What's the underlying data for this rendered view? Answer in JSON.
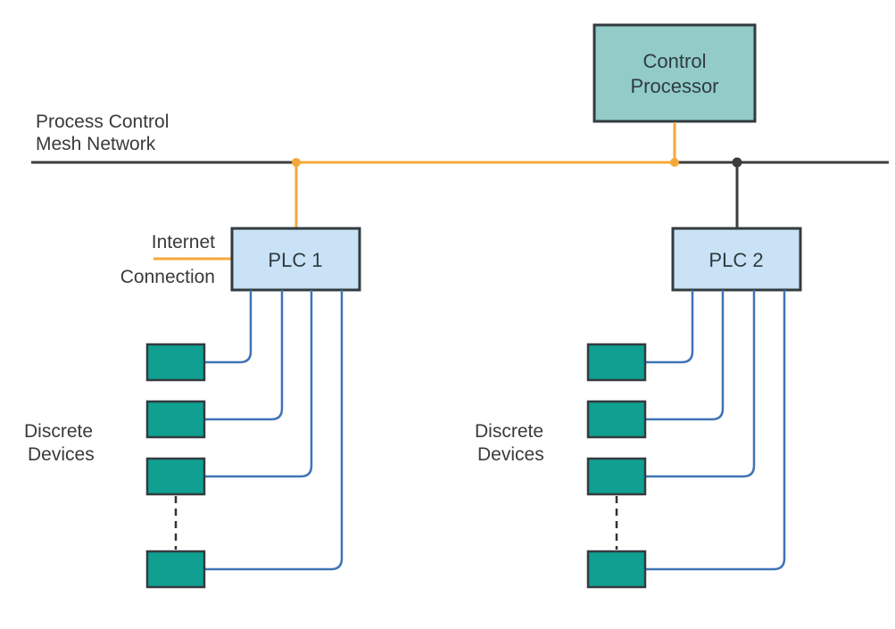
{
  "diagram": {
    "title": "Process control network with PLCs and discrete devices",
    "colors": {
      "network_line": "#3c3c3c",
      "highlight_link": "#f5a83a",
      "device_link": "#3f73b5",
      "control_processor_fill": "#92cbc7",
      "plc_fill": "#c9e2f5",
      "device_fill": "#0fa092",
      "box_border": "#333b3f"
    },
    "network": {
      "label_line1": "Process Control",
      "label_line2": "Mesh Network"
    },
    "control_processor": {
      "label_line1": "Control",
      "label_line2": "Processor"
    },
    "internet": {
      "label_line1": "Internet",
      "label_line2": "Connection"
    },
    "plcs": [
      {
        "label": "PLC 1",
        "device_group_label_line1": "Discrete",
        "device_group_label_line2": "Devices",
        "device_count_shown": 4,
        "uplink": "highlighted"
      },
      {
        "label": "PLC 2",
        "device_group_label_line1": "Discrete",
        "device_group_label_line2": "Devices",
        "device_count_shown": 4,
        "uplink": "standard"
      }
    ]
  }
}
